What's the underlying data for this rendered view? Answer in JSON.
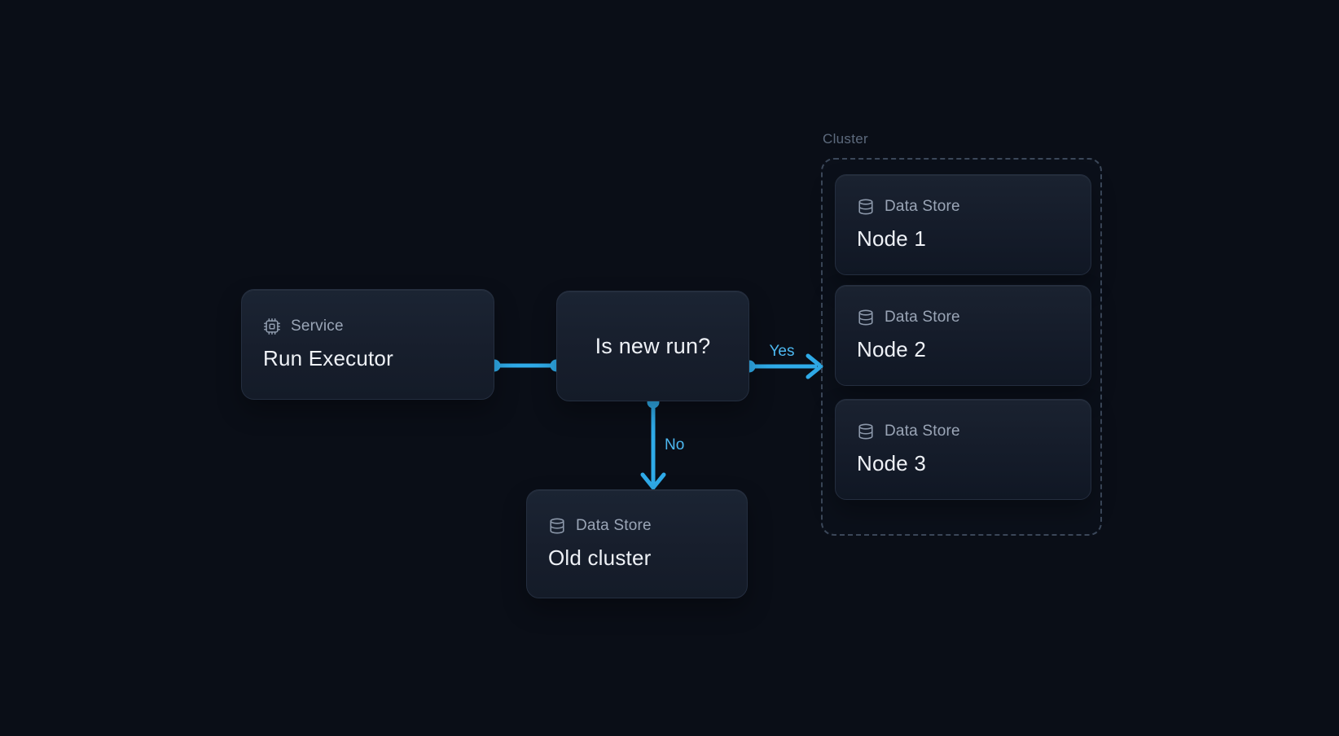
{
  "diagram": {
    "service": {
      "icon": "cpu-icon",
      "type_label": "Service",
      "title": "Run Executor"
    },
    "decision": {
      "title": "Is new run?"
    },
    "cluster": {
      "label": "Cluster",
      "nodes": [
        {
          "icon": "database-icon",
          "type_label": "Data Store",
          "title": "Node 1"
        },
        {
          "icon": "database-icon",
          "type_label": "Data Store",
          "title": "Node 2"
        },
        {
          "icon": "database-icon",
          "type_label": "Data Store",
          "title": "Node 3"
        }
      ]
    },
    "old_cluster": {
      "icon": "database-icon",
      "type_label": "Data Store",
      "title": "Old cluster"
    },
    "edges": {
      "yes_label": "Yes",
      "no_label": "No"
    },
    "colors": {
      "background": "#0a0e17",
      "accent": "#2fabe9",
      "edge_label": "#4db9f2",
      "title_text": "#eef1f6",
      "muted_text": "#9aa5b6",
      "icon": "#8d99ab",
      "node_border": "#242e3f",
      "cluster_border": "#3b4759",
      "cluster_label": "#5d6a7d"
    }
  }
}
